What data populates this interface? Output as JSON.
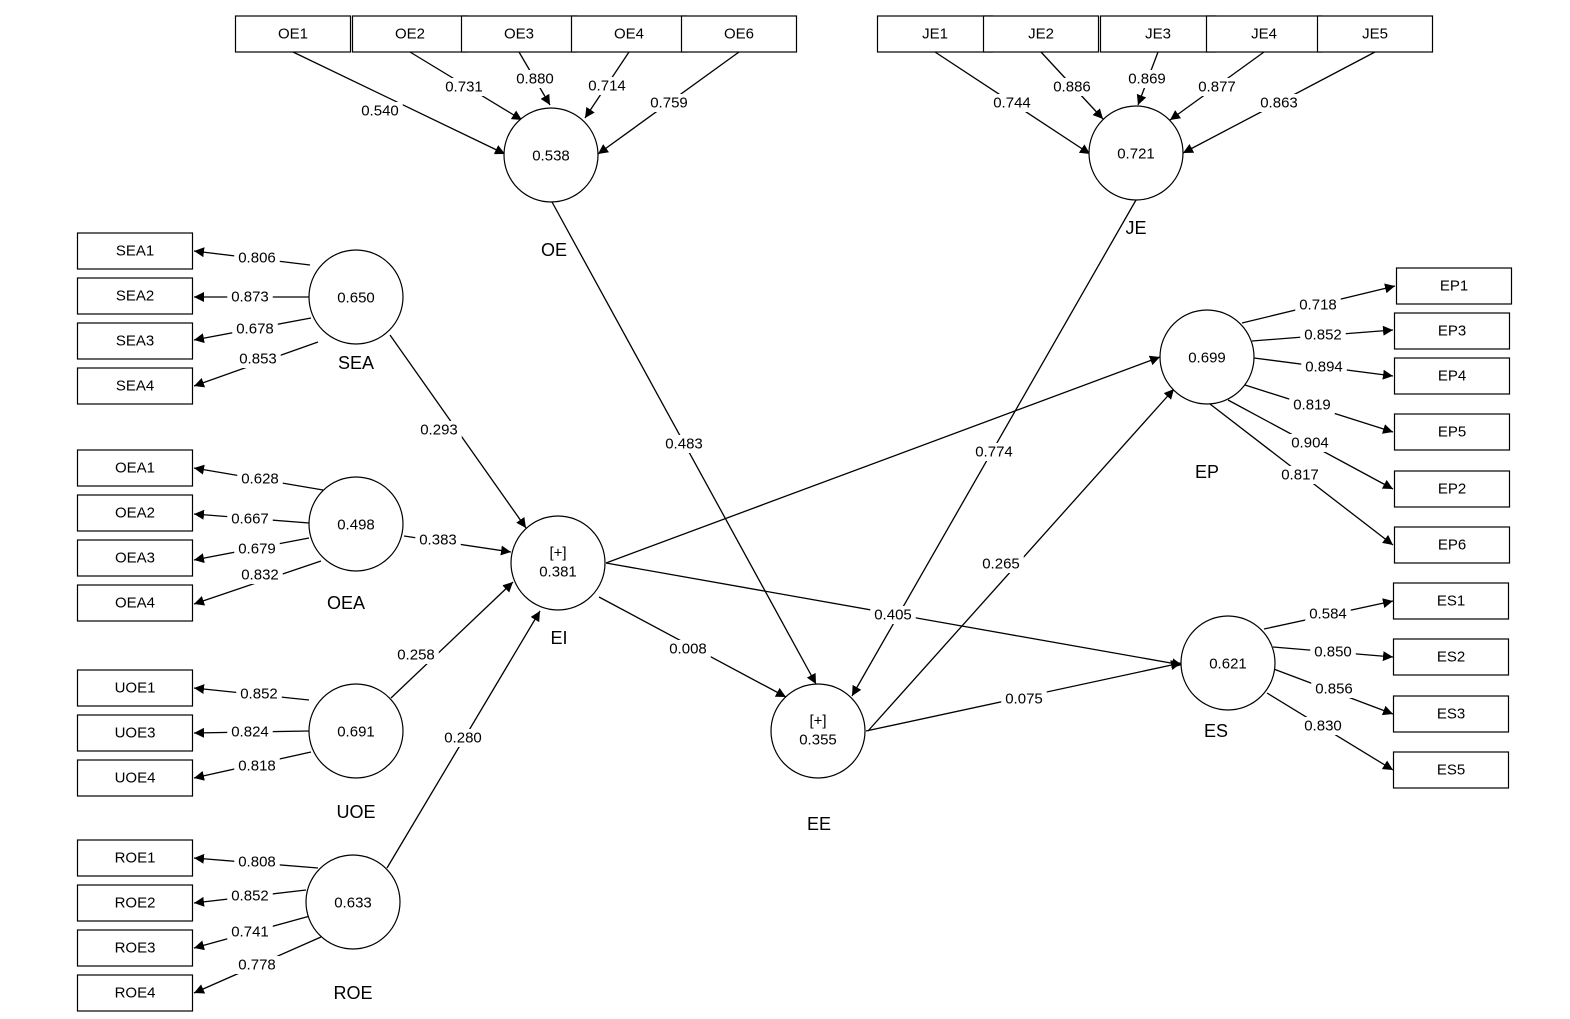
{
  "constructs": [
    {
      "id": "OE",
      "name": "OE",
      "value": "0.538"
    },
    {
      "id": "JE",
      "name": "JE",
      "value": "0.721"
    },
    {
      "id": "SEA",
      "name": "SEA",
      "value": "0.650"
    },
    {
      "id": "OEA",
      "name": "OEA",
      "value": "0.498"
    },
    {
      "id": "UOE",
      "name": "UOE",
      "value": "0.691"
    },
    {
      "id": "ROE",
      "name": "ROE",
      "value": "0.633"
    },
    {
      "id": "EI",
      "name": "EI",
      "value": "0.381",
      "marker": "[+]"
    },
    {
      "id": "EE",
      "name": "EE",
      "value": "0.355",
      "marker": "[+]"
    },
    {
      "id": "EP",
      "name": "EP",
      "value": "0.699"
    },
    {
      "id": "ES",
      "name": "ES",
      "value": "0.621"
    }
  ],
  "indicators": [
    {
      "id": "OE1",
      "construct": "OE",
      "loading": "0.540"
    },
    {
      "id": "OE2",
      "construct": "OE",
      "loading": "0.731"
    },
    {
      "id": "OE3",
      "construct": "OE",
      "loading": "0.880"
    },
    {
      "id": "OE4",
      "construct": "OE",
      "loading": "0.714"
    },
    {
      "id": "OE6",
      "construct": "OE",
      "loading": "0.759"
    },
    {
      "id": "JE1",
      "construct": "JE",
      "loading": "0.744"
    },
    {
      "id": "JE2",
      "construct": "JE",
      "loading": "0.886"
    },
    {
      "id": "JE3",
      "construct": "JE",
      "loading": "0.869"
    },
    {
      "id": "JE4",
      "construct": "JE",
      "loading": "0.877"
    },
    {
      "id": "JE5",
      "construct": "JE",
      "loading": "0.863"
    },
    {
      "id": "SEA1",
      "construct": "SEA",
      "loading": "0.806"
    },
    {
      "id": "SEA2",
      "construct": "SEA",
      "loading": "0.873"
    },
    {
      "id": "SEA3",
      "construct": "SEA",
      "loading": "0.678"
    },
    {
      "id": "SEA4",
      "construct": "SEA",
      "loading": "0.853"
    },
    {
      "id": "OEA1",
      "construct": "OEA",
      "loading": "0.628"
    },
    {
      "id": "OEA2",
      "construct": "OEA",
      "loading": "0.667"
    },
    {
      "id": "OEA3",
      "construct": "OEA",
      "loading": "0.679"
    },
    {
      "id": "OEA4",
      "construct": "OEA",
      "loading": "0.832"
    },
    {
      "id": "UOE1",
      "construct": "UOE",
      "loading": "0.852"
    },
    {
      "id": "UOE3",
      "construct": "UOE",
      "loading": "0.824"
    },
    {
      "id": "UOE4",
      "construct": "UOE",
      "loading": "0.818"
    },
    {
      "id": "ROE1",
      "construct": "ROE",
      "loading": "0.808"
    },
    {
      "id": "ROE2",
      "construct": "ROE",
      "loading": "0.852"
    },
    {
      "id": "ROE3",
      "construct": "ROE",
      "loading": "0.741"
    },
    {
      "id": "ROE4",
      "construct": "ROE",
      "loading": "0.778"
    },
    {
      "id": "EP1",
      "construct": "EP",
      "loading": "0.718"
    },
    {
      "id": "EP3",
      "construct": "EP",
      "loading": "0.852"
    },
    {
      "id": "EP4",
      "construct": "EP",
      "loading": "0.894"
    },
    {
      "id": "EP5",
      "construct": "EP",
      "loading": "0.819"
    },
    {
      "id": "EP2",
      "construct": "EP",
      "loading": "0.904"
    },
    {
      "id": "EP6",
      "construct": "EP",
      "loading": "0.817"
    },
    {
      "id": "ES1",
      "construct": "ES",
      "loading": "0.584"
    },
    {
      "id": "ES2",
      "construct": "ES",
      "loading": "0.850"
    },
    {
      "id": "ES3",
      "construct": "ES",
      "loading": "0.856"
    },
    {
      "id": "ES5",
      "construct": "ES",
      "loading": "0.830"
    }
  ],
  "paths": [
    {
      "from": "SEA",
      "to": "EI",
      "coef": "0.293"
    },
    {
      "from": "OEA",
      "to": "EI",
      "coef": "0.383"
    },
    {
      "from": "UOE",
      "to": "EI",
      "coef": "0.258"
    },
    {
      "from": "ROE",
      "to": "EI",
      "coef": "0.280"
    },
    {
      "from": "OE",
      "to": "EE",
      "coef": "0.483"
    },
    {
      "from": "JE",
      "to": "EE",
      "coef": "0.774"
    },
    {
      "from": "EI",
      "to": "EE",
      "coef": "0.008"
    },
    {
      "from": "EI",
      "to": "EP",
      "coef": ""
    },
    {
      "from": "EI",
      "to": "ES",
      "coef": "0.405"
    },
    {
      "from": "EE",
      "to": "EP",
      "coef": "0.265"
    },
    {
      "from": "EE",
      "to": "ES",
      "coef": "0.075"
    }
  ]
}
